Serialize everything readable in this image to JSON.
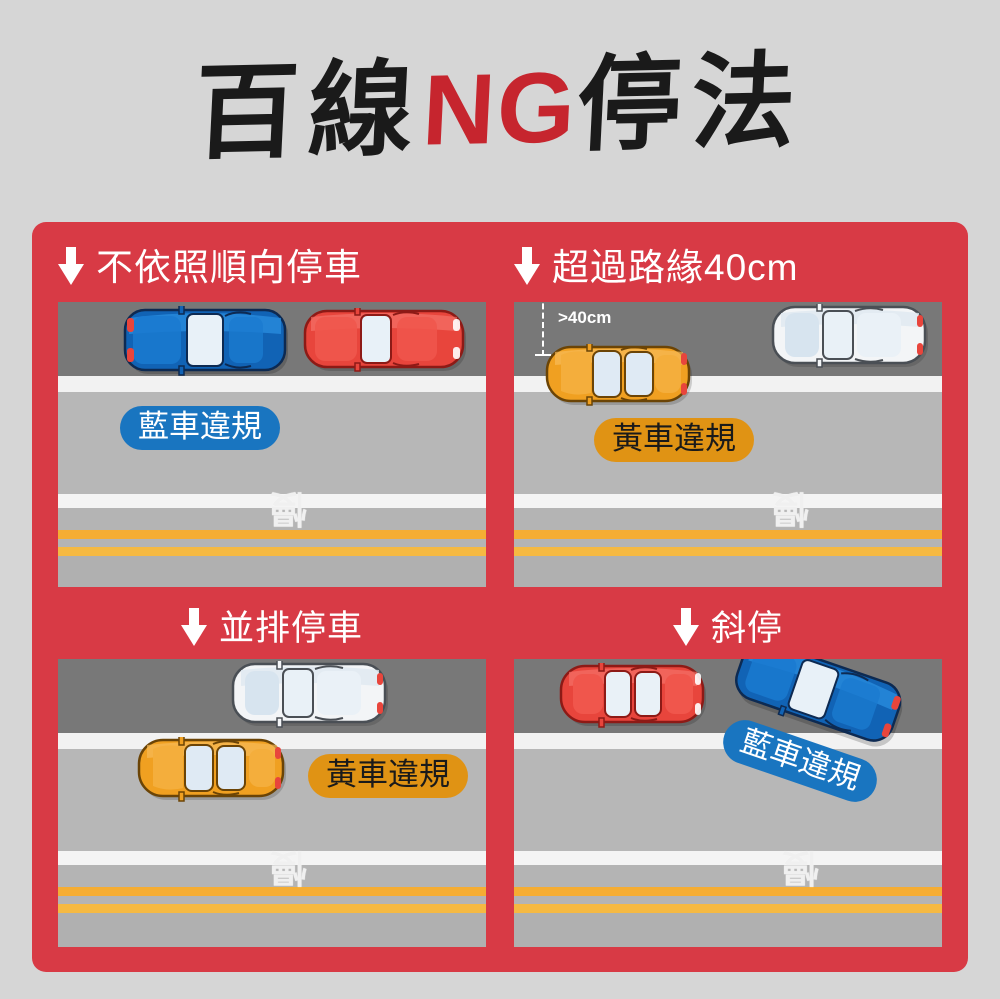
{
  "title": {
    "part1": "百線",
    "highlight": "NG",
    "part2": "停法",
    "highlight_color": "#c6252e"
  },
  "theme": {
    "background": "#d6d6d6",
    "frame_red": "#d83a45",
    "badge_blue": "#1975c0",
    "badge_orange": "#e09314",
    "road_curb": "#787878",
    "road_lane": "#b7b7b7",
    "lane_line_white": "#f2f2f2",
    "center_line_yellow": "#f5b134"
  },
  "panels": [
    {
      "id": "not-following-traffic-direction",
      "heading": "不依照順向停車",
      "arrow": "arrow-down-icon",
      "road_marking": "慢",
      "badge": {
        "text": "藍車違規",
        "style": "blue"
      },
      "cars": [
        {
          "name": "blue-car",
          "color": "blue",
          "facing": "wrong-way"
        },
        {
          "name": "red-car",
          "color": "red",
          "facing": "correct"
        }
      ]
    },
    {
      "id": "over-40cm-from-curb",
      "heading": "超過路緣40cm",
      "arrow": "arrow-down-icon",
      "road_marking": "慢",
      "badge": {
        "text": "黃車違規",
        "style": "orange"
      },
      "measurement": ">40cm",
      "cars": [
        {
          "name": "orange-car",
          "color": "orange",
          "facing": "too-far-from-curb"
        },
        {
          "name": "white-car",
          "color": "white",
          "facing": "correct"
        }
      ]
    },
    {
      "id": "double-parking",
      "heading": "並排停車",
      "arrow": "arrow-down-icon",
      "road_marking": "慢",
      "badge": {
        "text": "黃車違規",
        "style": "orange"
      },
      "cars": [
        {
          "name": "white-car",
          "color": "white",
          "facing": "correct"
        },
        {
          "name": "orange-car",
          "color": "orange",
          "facing": "double-parked"
        }
      ]
    },
    {
      "id": "angled-parking",
      "heading": "斜停",
      "arrow": "arrow-down-icon",
      "road_marking": "慢",
      "badge": {
        "text": "藍車違規",
        "style": "blue"
      },
      "cars": [
        {
          "name": "red-car",
          "color": "red",
          "facing": "correct"
        },
        {
          "name": "blue-car",
          "color": "blue",
          "facing": "angled"
        }
      ]
    }
  ]
}
